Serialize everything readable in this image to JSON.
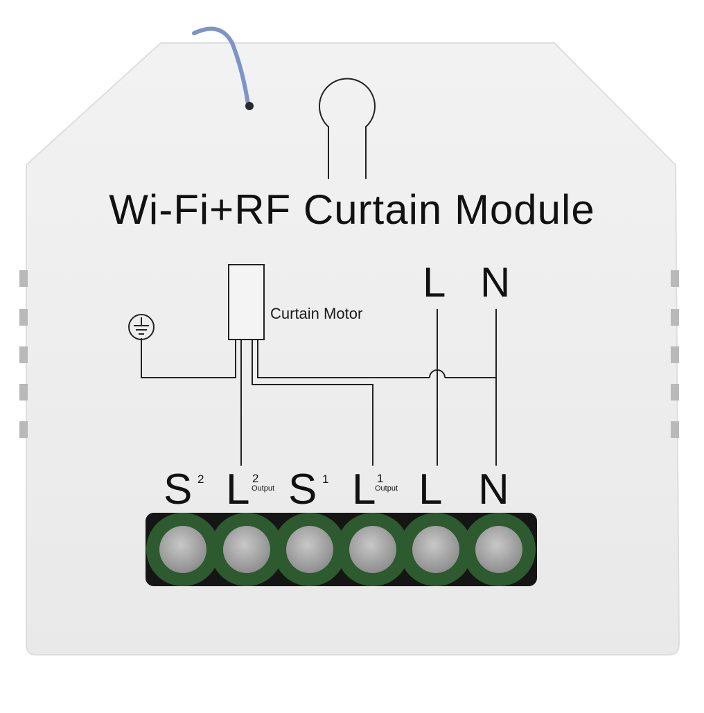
{
  "title": "Wi-Fi+RF Curtain Module",
  "motor_label": "Curtain Motor",
  "top_terminals": [
    "L",
    "N"
  ],
  "terminals": [
    {
      "letter": "S",
      "sup": "2",
      "sub": ""
    },
    {
      "letter": "L",
      "sup": "2",
      "sub": "Output"
    },
    {
      "letter": "S",
      "sup": "1",
      "sub": ""
    },
    {
      "letter": "L",
      "sup": "1",
      "sub": "Output"
    },
    {
      "letter": "L",
      "sup": "",
      "sub": ""
    },
    {
      "letter": "N",
      "sup": "",
      "sub": ""
    }
  ],
  "icons": [
    "ground-icon",
    "antenna-wire",
    "mounting-hole"
  ],
  "colors": {
    "housing": "#efefef",
    "terminal_green": "#2d5a2e",
    "screw": "#9a9a9a",
    "wire": "#7d94c9",
    "ink": "#111111"
  }
}
